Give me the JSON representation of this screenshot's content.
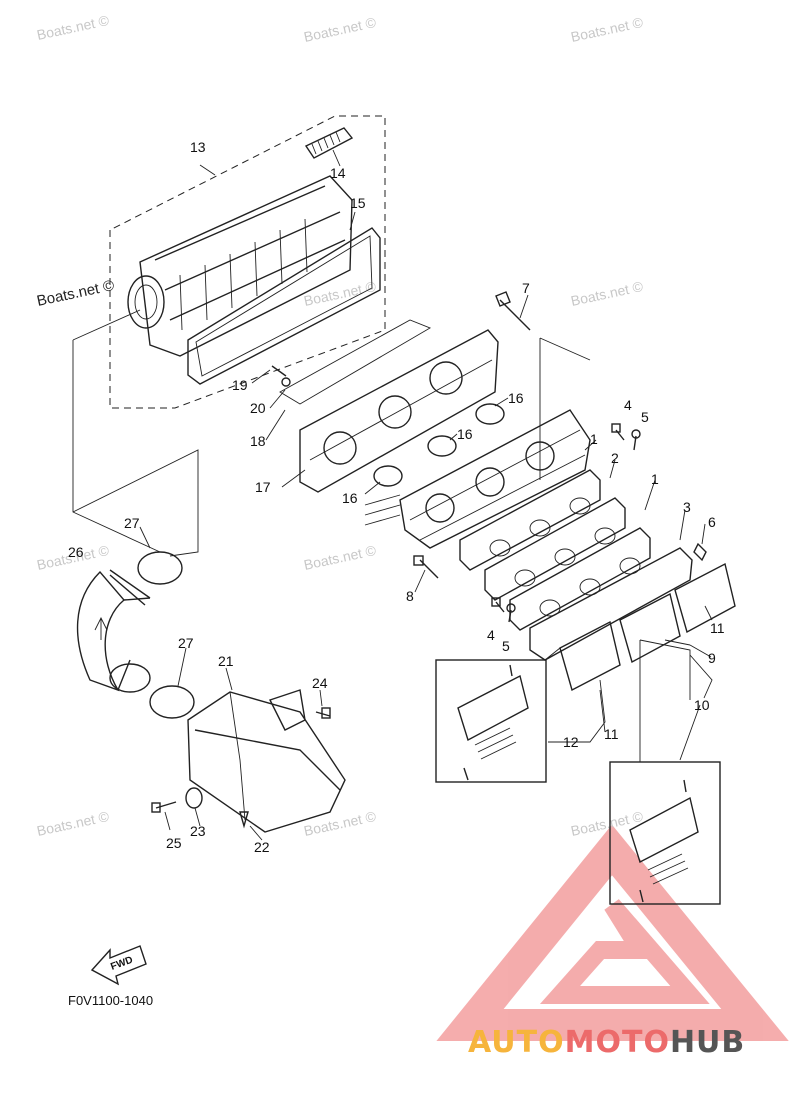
{
  "watermarks": [
    "Boats.net ©",
    "Boats.net ©",
    "Boats.net ©",
    "Boats.net ©",
    "Boats.net ©",
    "Boats.net ©",
    "Boats.net ©",
    "Boats.net ©",
    "Boats.net ©",
    "Boats.net ©",
    "Boats.net ©"
  ],
  "callouts": {
    "c13": "13",
    "c14": "14",
    "c15": "15",
    "c7": "7",
    "c19": "19",
    "c20": "20",
    "c18": "18",
    "c17": "17",
    "c16a": "16",
    "c16b": "16",
    "c16c": "16",
    "c4a": "4",
    "c5a": "5",
    "c1a": "1",
    "c2": "2",
    "c1b": "1",
    "c3": "3",
    "c6": "6",
    "c11a": "11",
    "c8": "8",
    "c4b": "4",
    "c5b": "5",
    "c9": "9",
    "c10": "10",
    "c12": "12",
    "c11b": "11",
    "c26": "26",
    "c27a": "27",
    "c27b": "27",
    "c21": "21",
    "c24": "24",
    "c25": "25",
    "c23": "23",
    "c22": "22"
  },
  "fwd_label": "FWD",
  "diagram_code": "F0V1100-1040",
  "logo": {
    "part1": "AUTO",
    "part2": "MOTO",
    "part3": "HUB",
    "color1": "#f6b43c",
    "color2": "#ec6a6a",
    "color3": "#555555"
  }
}
